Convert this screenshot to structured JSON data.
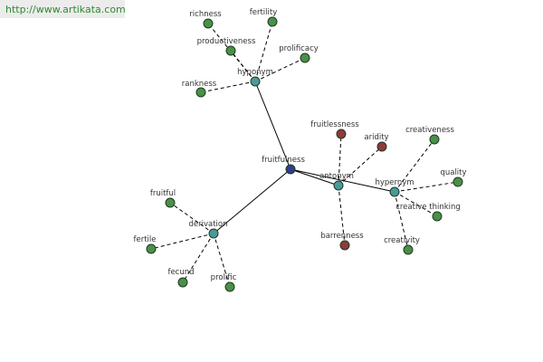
{
  "url": "http://www.artikata.com",
  "colors": {
    "root": "#2d3f8f",
    "category": "#4a9a9a",
    "synonym": "#4a8f4a",
    "antonym": "#8f3a3a"
  },
  "nodes": [
    {
      "id": "fruitfulness",
      "label": "fruitfulness",
      "kind": "root"
    },
    {
      "id": "hyponym",
      "label": "hyponym",
      "kind": "category"
    },
    {
      "id": "antonym",
      "label": "antonym",
      "kind": "category"
    },
    {
      "id": "hypernym",
      "label": "hypernym",
      "kind": "category"
    },
    {
      "id": "derivation",
      "label": "derivation",
      "kind": "category"
    },
    {
      "id": "richness",
      "label": "richness",
      "kind": "synonym"
    },
    {
      "id": "fertility",
      "label": "fertility",
      "kind": "synonym"
    },
    {
      "id": "productiveness",
      "label": "productiveness",
      "kind": "synonym"
    },
    {
      "id": "prolificacy",
      "label": "prolificacy",
      "kind": "synonym"
    },
    {
      "id": "rankness",
      "label": "rankness",
      "kind": "synonym"
    },
    {
      "id": "fruitlessness",
      "label": "fruitlessness",
      "kind": "antonym"
    },
    {
      "id": "aridity",
      "label": "aridity",
      "kind": "antonym"
    },
    {
      "id": "barrenness",
      "label": "barrenness",
      "kind": "antonym"
    },
    {
      "id": "creativeness",
      "label": "creativeness",
      "kind": "synonym"
    },
    {
      "id": "quality",
      "label": "quality",
      "kind": "synonym"
    },
    {
      "id": "creative-thinking",
      "label": "creative thinking",
      "kind": "synonym"
    },
    {
      "id": "creativity",
      "label": "creativity",
      "kind": "synonym"
    },
    {
      "id": "fruitful",
      "label": "fruitful",
      "kind": "synonym"
    },
    {
      "id": "fertile",
      "label": "fertile",
      "kind": "synonym"
    },
    {
      "id": "fecund",
      "label": "fecund",
      "kind": "synonym"
    },
    {
      "id": "prolific",
      "label": "prolific",
      "kind": "synonym"
    }
  ],
  "edges": [
    {
      "from": "fruitfulness",
      "to": "hyponym",
      "style": "solid"
    },
    {
      "from": "fruitfulness",
      "to": "antonym",
      "style": "solid"
    },
    {
      "from": "fruitfulness",
      "to": "hypernym",
      "style": "solid"
    },
    {
      "from": "fruitfulness",
      "to": "derivation",
      "style": "solid"
    },
    {
      "from": "hyponym",
      "to": "richness",
      "style": "dashed"
    },
    {
      "from": "hyponym",
      "to": "fertility",
      "style": "dashed"
    },
    {
      "from": "hyponym",
      "to": "productiveness",
      "style": "dashed"
    },
    {
      "from": "hyponym",
      "to": "prolificacy",
      "style": "dashed"
    },
    {
      "from": "hyponym",
      "to": "rankness",
      "style": "dashed"
    },
    {
      "from": "antonym",
      "to": "fruitlessness",
      "style": "dashed"
    },
    {
      "from": "antonym",
      "to": "aridity",
      "style": "dashed"
    },
    {
      "from": "antonym",
      "to": "barrenness",
      "style": "dashed"
    },
    {
      "from": "hypernym",
      "to": "creativeness",
      "style": "dashed"
    },
    {
      "from": "hypernym",
      "to": "quality",
      "style": "dashed"
    },
    {
      "from": "hypernym",
      "to": "creative-thinking",
      "style": "dashed"
    },
    {
      "from": "hypernym",
      "to": "creativity",
      "style": "dashed"
    },
    {
      "from": "derivation",
      "to": "fruitful",
      "style": "dashed"
    },
    {
      "from": "derivation",
      "to": "fertile",
      "style": "dashed"
    },
    {
      "from": "derivation",
      "to": "fecund",
      "style": "dashed"
    },
    {
      "from": "derivation",
      "to": "prolific",
      "style": "dashed"
    }
  ]
}
